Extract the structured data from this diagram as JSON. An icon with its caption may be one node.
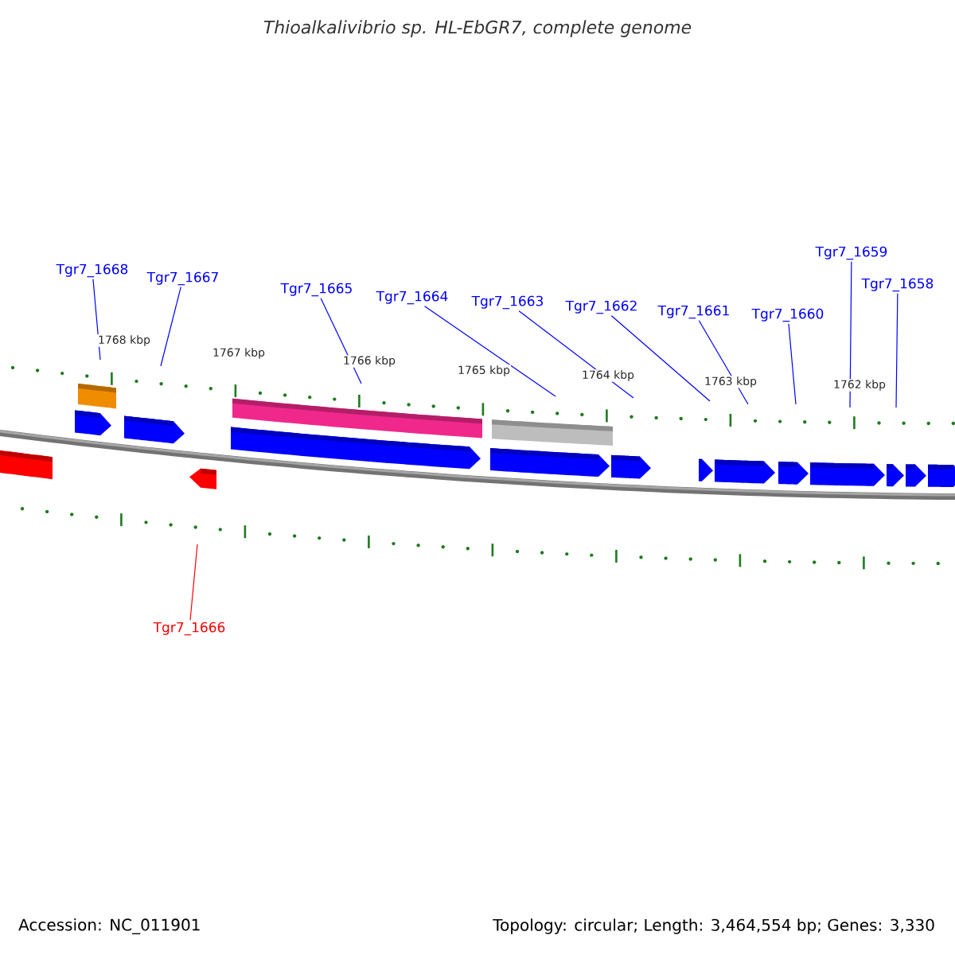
{
  "diagram": {
    "title": "Thioalkalivibrio sp. HL-EbGR7, complete genome",
    "nodes": [
      {
        "text": [
          "Tgr7_1668"
        ]
      },
      {
        "text": [
          "Tgr7_1667"
        ]
      },
      {
        "text": [
          "Tgr7_1665"
        ]
      },
      {
        "text": [
          "Tgr7_1664"
        ]
      },
      {
        "text": [
          "Tgr7_1663"
        ]
      },
      {
        "text": [
          "Tgr7_1662"
        ]
      },
      {
        "text": [
          "Tgr7_1661"
        ]
      },
      {
        "text": [
          "Tgr7_1660"
        ]
      },
      {
        "text": [
          "Tgr7_1659"
        ]
      },
      {
        "text": [
          "Tgr7_1658"
        ]
      },
      {
        "text": [
          "Tgr7_1666"
        ]
      }
    ],
    "edges": [
      {
        "from": 0,
        "to": null,
        "arrow": "none"
      },
      {
        "from": 1,
        "to": null,
        "arrow": "none"
      },
      {
        "from": 2,
        "to": null,
        "arrow": "none"
      },
      {
        "from": 3,
        "to": null,
        "arrow": "none"
      },
      {
        "from": 4,
        "to": null,
        "arrow": "none"
      },
      {
        "from": 5,
        "to": null,
        "arrow": "none"
      },
      {
        "from": 6,
        "to": null,
        "arrow": "none"
      },
      {
        "from": 7,
        "to": null,
        "arrow": "none"
      },
      {
        "from": 8,
        "to": null,
        "arrow": "none"
      },
      {
        "from": 9,
        "to": null,
        "arrow": "none"
      },
      {
        "from": 10,
        "to": null,
        "arrow": "none",
        "color": "#ff0000"
      }
    ],
    "labels": [
      "1768 kbp",
      "1767 kbp",
      "1766 kbp",
      "1765 kbp",
      "1764 kbp",
      "1763 kbp",
      "1762 kbp",
      "Accession: NC_011901",
      "Topology: circular; Length: 3,464,554 bp; Genes: 3,330"
    ]
  }
}
